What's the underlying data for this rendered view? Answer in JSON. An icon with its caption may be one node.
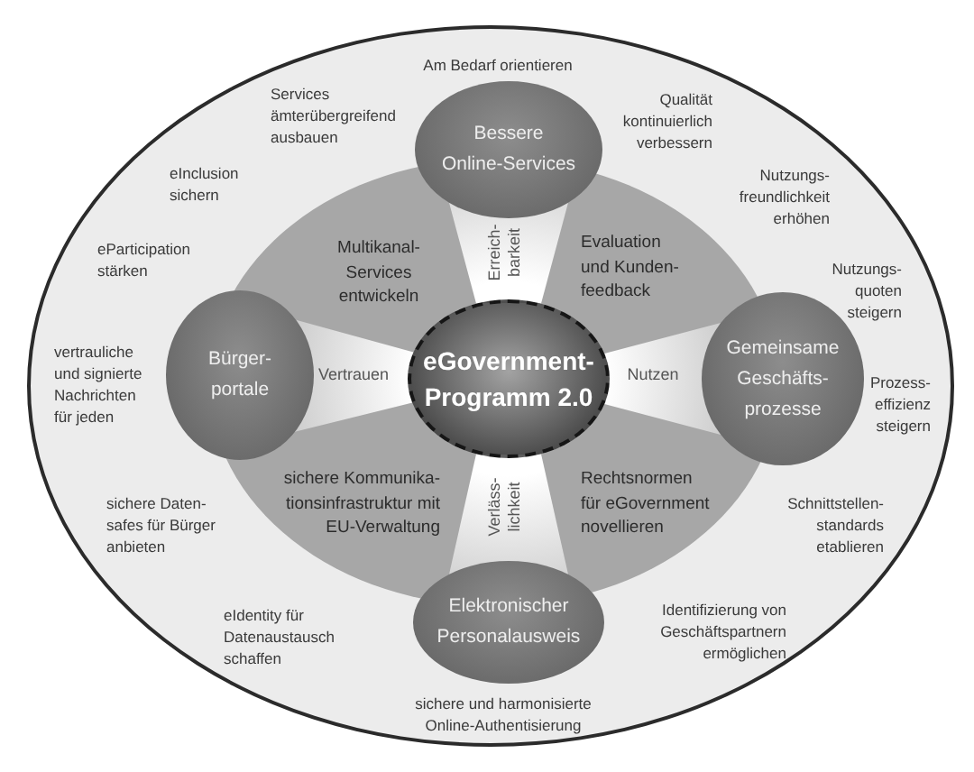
{
  "diagram": {
    "nodes": [
      {
        "text": [
          "Am Bedarf orientieren",
          "Services ämterübergreifend ausbauen",
          "Qualität kontinuierlich verbessern",
          "eInclusion sichern",
          "Nutzungs-freundlichkeit erhöhen",
          "eParticipation stärken",
          "Nutzungs-quoten steigern",
          "vertrauliche und signierte Nachrichten für jeden",
          "Prozess-effizienz steigern",
          "sichere Daten-safes für Bürger anbieten",
          "Schnittstellen-standards etablieren",
          "eIdentity für Datenaustausch schaffen",
          "Identifizierung von Geschäftspartnern ermöglichen",
          "sichere und harmonisierte Online-Authentisierung"
        ]
      },
      {
        "text": [
          "Multikanal-Services entwickeln",
          "Evaluation und Kunden-feedback",
          "sichere Kommunika-tionsinfrastruktur mit EU-Verwaltung",
          "Rechtsnormen für eGovernment novellieren"
        ],
        "in": 0
      },
      {
        "text": [
          "Bessere Online-Services"
        ],
        "in": 0
      },
      {
        "text": [
          "Bürger-portale"
        ],
        "in": 0
      },
      {
        "text": [
          "eGovernment-Programm 2.0"
        ],
        "in": 1
      },
      {
        "text": [
          "Gemeinsame Geschäfts-prozesse"
        ],
        "in": 0
      },
      {
        "text": [
          "Elektronischer Personalausweis"
        ],
        "in": 0
      }
    ],
    "edges": [
      {
        "from": 4,
        "to": 2,
        "arrow": "none",
        "label": "Erreich-barkeit"
      },
      {
        "from": 4,
        "to": 3,
        "arrow": "none",
        "label": "Vertrauen"
      },
      {
        "from": 4,
        "to": 5,
        "arrow": "none",
        "label": "Nutzen"
      },
      {
        "from": 4,
        "to": 6,
        "arrow": "none",
        "label": "Verläss-lichkeit"
      }
    ]
  }
}
